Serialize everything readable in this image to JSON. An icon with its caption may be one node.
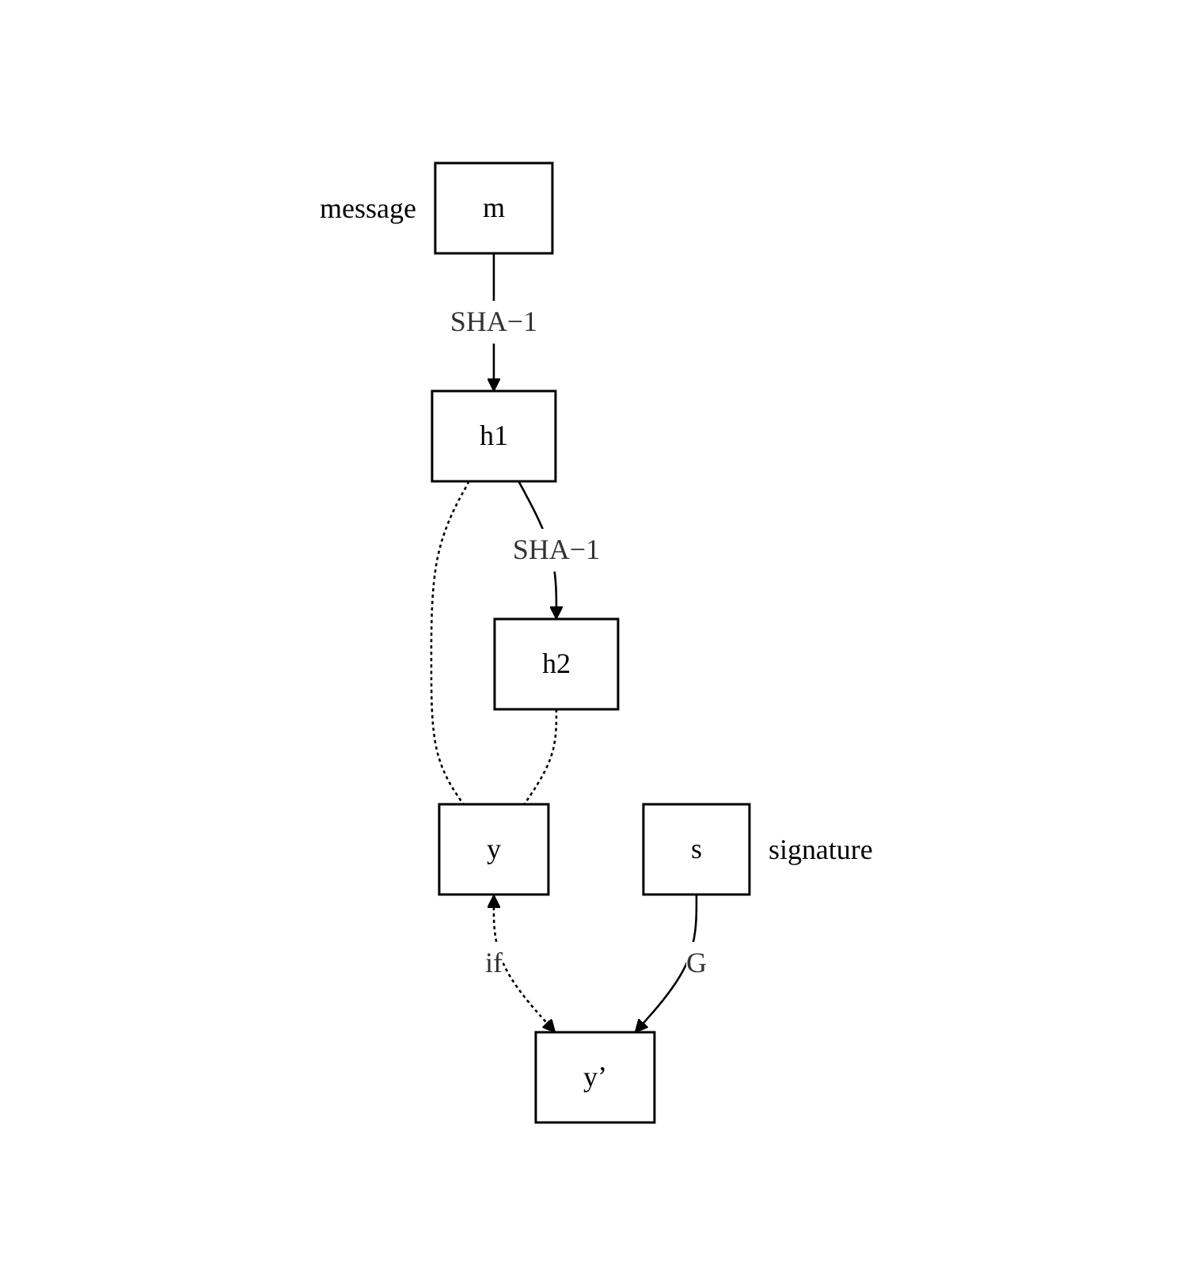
{
  "diagram": {
    "nodes": [
      {
        "text": [
          "m"
        ],
        "beside": [
          "message"
        ]
      },
      {
        "text": [
          "h1"
        ]
      },
      {
        "text": [
          "h2"
        ]
      },
      {
        "text": [
          "y"
        ]
      },
      {
        "text": [
          "y’"
        ]
      },
      {
        "text": [
          "s"
        ],
        "beside": [
          "signature"
        ]
      }
    ],
    "edges": [
      {
        "from": 0,
        "to": 1,
        "arrow": "to",
        "label": "SHA−1"
      },
      {
        "from": 1,
        "to": 2,
        "arrow": "to",
        "label": "SHA−1"
      },
      {
        "from": 1,
        "to": 3,
        "arrow": "none",
        "style": "dashed"
      },
      {
        "from": 2,
        "to": 3,
        "arrow": "none",
        "style": "dashed"
      },
      {
        "from": 3,
        "to": 4,
        "arrow": "both",
        "style": "dashed",
        "label": "if"
      },
      {
        "from": 5,
        "to": 4,
        "arrow": "to",
        "label": "G"
      }
    ]
  }
}
